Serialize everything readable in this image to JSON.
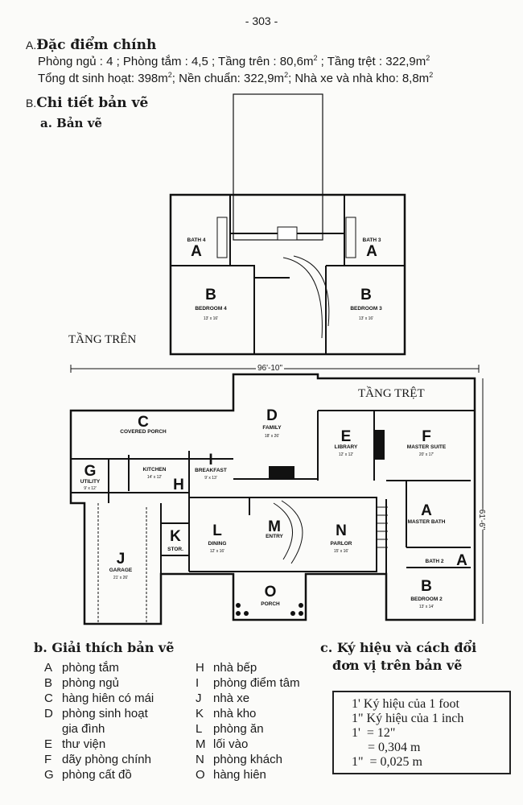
{
  "page_number": "- 303 -",
  "section_a": {
    "prefix": "A.",
    "title": "Đặc điểm chính",
    "line1": {
      "bedrooms": "Phòng ngủ : 4 ; Phòng tắm : 4,5 ; Tầng trên : 80,6m",
      "mid": " ; Tầng trệt : 322,9m",
      "sup": "2"
    },
    "line2": {
      "a": "Tổng dt sinh hoạt: 398m",
      "b": "; Nền chuẩn: 322,9m",
      "c": "; Nhà xe và nhà kho: 8,8m",
      "sup": "2"
    }
  },
  "section_b": {
    "prefix": "B.",
    "title": "Chi tiết bản vẽ",
    "sub_a": "a. Bản vẽ",
    "sub_b": "b. Giải thích bản vẽ"
  },
  "plan": {
    "upper_label": "TẦNG TRÊN",
    "ground_label": "TẦNG TRỆT",
    "width_dim": "96'-10\"",
    "depth_dim": "61'-6\"",
    "rooms": {
      "bath4": {
        "letter": "A",
        "name": "BATH 4"
      },
      "bath3": {
        "letter": "A",
        "name": "BATH 3"
      },
      "bedroom4": {
        "letter": "B",
        "name": "BEDROOM 4",
        "size": "13' x 16'"
      },
      "bedroom3": {
        "letter": "B",
        "name": "BEDROOM 3",
        "size": "13' x 16'"
      },
      "covered_porch": {
        "letter": "C",
        "name": "COVERED PORCH"
      },
      "family": {
        "letter": "D",
        "name": "FAMILY",
        "size": "18' x 26'"
      },
      "library": {
        "letter": "E",
        "name": "LIBRARY",
        "size": "12' x 12'"
      },
      "master_suite": {
        "letter": "F",
        "name": "MASTER SUITE",
        "size": "20' x 17'"
      },
      "utility": {
        "letter": "G",
        "name": "UTILITY",
        "size": "9' x 12'"
      },
      "kitchen": {
        "letter": "H",
        "name": "KITCHEN",
        "size": "14' x 12'"
      },
      "breakfast": {
        "letter": "I",
        "name": "BREAKFAST",
        "size": "9' x 13'"
      },
      "garage": {
        "letter": "J",
        "name": "GARAGE",
        "size": "21' x 26'"
      },
      "stor": {
        "letter": "K",
        "name": "STOR."
      },
      "dining": {
        "letter": "L",
        "name": "DINING",
        "size": "12' x 16'"
      },
      "entry": {
        "letter": "M",
        "name": "ENTRY"
      },
      "parlor": {
        "letter": "N",
        "name": "PARLOR",
        "size": "15' x 16'"
      },
      "porch": {
        "letter": "O",
        "name": "PORCH"
      },
      "master_bath": {
        "letter": "A",
        "name": "MASTER BATH"
      },
      "bath2": {
        "letter": "A",
        "name": "BATH 2"
      },
      "bedroom2": {
        "letter": "B",
        "name": "BEDROOM 2",
        "size": "13' x 14'"
      }
    }
  },
  "legend": {
    "col1": [
      {
        "k": "A",
        "v": "phòng tắm"
      },
      {
        "k": "B",
        "v": "phòng ngủ"
      },
      {
        "k": "C",
        "v": "hàng hiên có mái"
      },
      {
        "k": "D",
        "v": "phòng sinh hoạt"
      },
      {
        "k": "",
        "v": "gia đình"
      },
      {
        "k": "E",
        "v": "thư viện"
      },
      {
        "k": "F",
        "v": "dãy phòng chính"
      },
      {
        "k": "G",
        "v": "phòng cất đồ"
      }
    ],
    "col2": [
      {
        "k": "H",
        "v": "nhà bếp"
      },
      {
        "k": "I",
        "v": "phòng điểm tâm"
      },
      {
        "k": "J",
        "v": "nhà xe"
      },
      {
        "k": "K",
        "v": "nhà kho"
      },
      {
        "k": "L",
        "v": "phòng ăn"
      },
      {
        "k": "M",
        "v": "lối vào"
      },
      {
        "k": "N",
        "v": "phòng khách"
      },
      {
        "k": "O",
        "v": "hàng hiên"
      }
    ]
  },
  "section_c": {
    "title_line1": "c. Ký hiệu và cách đổi",
    "title_line2": "đơn vị trên bản vẽ",
    "lines": [
      "1' Ký hiệu của 1 foot",
      "1\" Ký hiệu của 1 inch",
      "1'  = 12\"",
      "     = 0,304 m",
      "1\"  = 0,025 m"
    ]
  }
}
